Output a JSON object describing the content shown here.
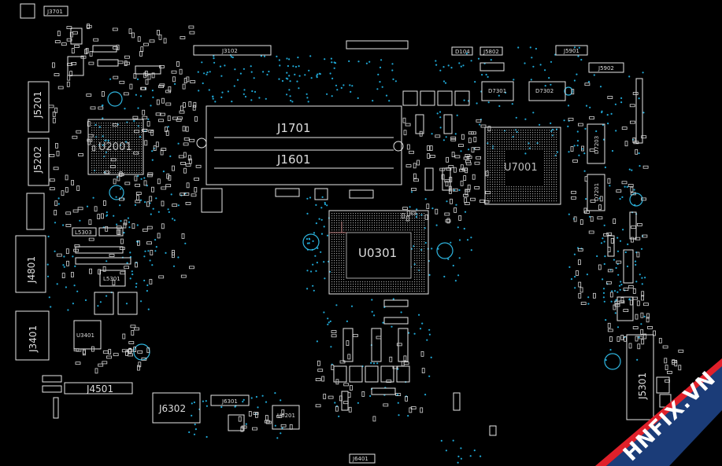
{
  "components": {
    "j3701": "J3701",
    "j3102": "J3102",
    "j1701": "J1701",
    "j1601": "J1601",
    "j5201": "J5201",
    "j5202": "J5202",
    "u2001": "U2001",
    "u0301": "U0301",
    "u7001": "U7001",
    "j4801": "J4801",
    "j3401": "J3401",
    "u3401": "U3401",
    "j4501": "J4501",
    "j6302": "J6302",
    "j6301": "J6301",
    "u6201": "U6201",
    "j6401": "J6401",
    "j5301": "J5301",
    "j5901": "J5901",
    "j5902": "J5902",
    "j5802": "J5802",
    "d104": "D104",
    "d7301": "D7301",
    "d7302": "D7302",
    "d7203": "D7203",
    "d7201": "D7201",
    "l5301": "L5301",
    "l5303": "L5303"
  },
  "watermark": {
    "text": "HNFIX.VN",
    "accent_color": "#e0202a",
    "banner_color": "#1b3c78"
  },
  "colors": {
    "background": "#000000",
    "outline": "#e6e6e6",
    "via": "#1fa8d6",
    "hole": "#2fb6e0"
  }
}
